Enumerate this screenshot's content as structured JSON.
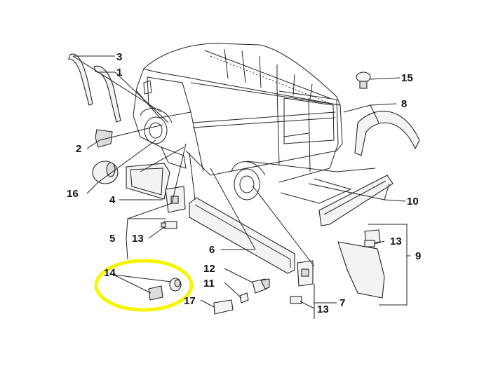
{
  "callouts": [
    {
      "id": "c3",
      "text": "3"
    },
    {
      "id": "c1",
      "text": "1"
    },
    {
      "id": "c2",
      "text": "2"
    },
    {
      "id": "c16",
      "text": "16"
    },
    {
      "id": "c4",
      "text": "4"
    },
    {
      "id": "c5",
      "text": "5"
    },
    {
      "id": "c13a",
      "text": "13"
    },
    {
      "id": "c14",
      "text": "14"
    },
    {
      "id": "c6",
      "text": "6"
    },
    {
      "id": "c12",
      "text": "12"
    },
    {
      "id": "c11",
      "text": "11"
    },
    {
      "id": "c17",
      "text": "17"
    },
    {
      "id": "c13b",
      "text": "13"
    },
    {
      "id": "c7",
      "text": "7"
    },
    {
      "id": "c15",
      "text": "15"
    },
    {
      "id": "c8",
      "text": "8"
    },
    {
      "id": "c10",
      "text": "10"
    },
    {
      "id": "c13c",
      "text": "13"
    },
    {
      "id": "c9",
      "text": "9"
    }
  ],
  "highlight": {
    "color": "#f5f500"
  }
}
